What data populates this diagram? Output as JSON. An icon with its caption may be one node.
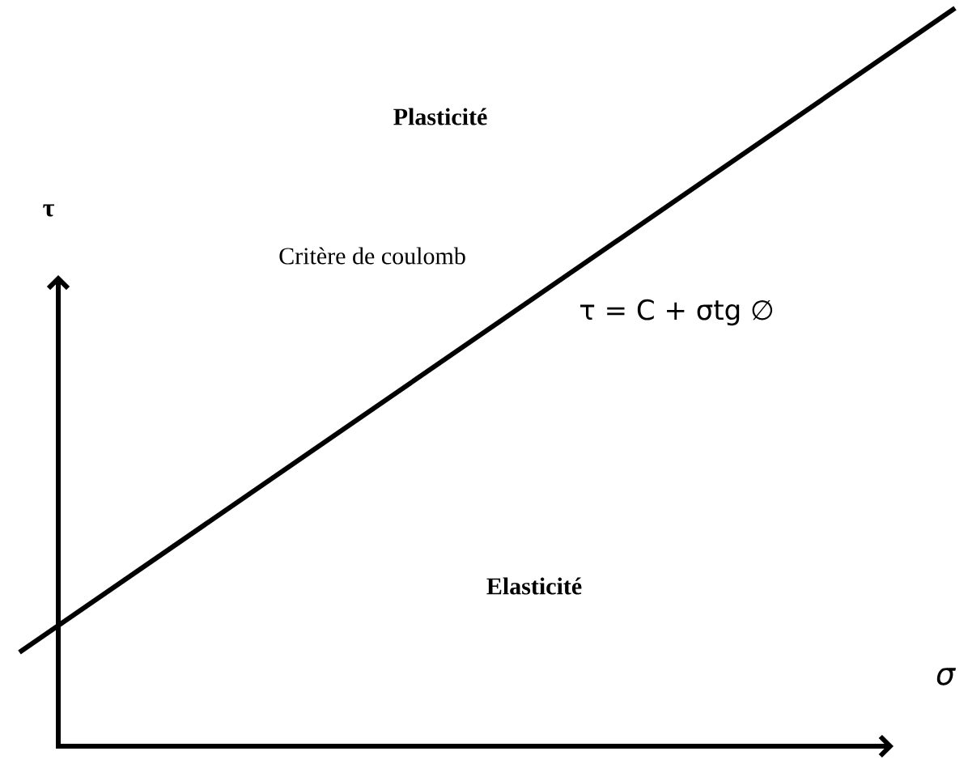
{
  "diagram": {
    "labels": [
      "Plasticité",
      "τ",
      "Critère de coulomb",
      "τ =  C + σtg ∅",
      "Elasticité",
      "σ"
    ]
  }
}
